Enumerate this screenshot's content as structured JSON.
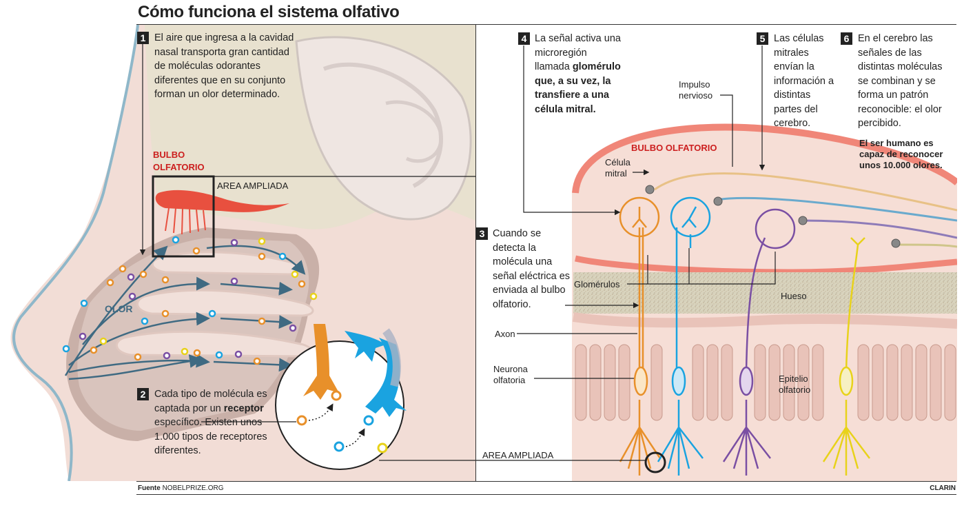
{
  "title": "Cómo funciona el sistema olfativo",
  "steps": [
    {
      "num": "1",
      "text": "El aire que ingresa a la cavidad nasal transporta gran cantidad de moléculas odorantes diferentes que en su conjunto forman un olor determinado."
    },
    {
      "num": "2",
      "text_a": "Cada tipo de molécula es captada por un",
      "text_b": "receptor",
      "text_c": "específico. Existen unos 1.000 tipos de receptores diferentes."
    },
    {
      "num": "3",
      "text": "Cuando se detecta la molécula una señal eléctrica es enviada al bulbo olfatorio."
    },
    {
      "num": "4",
      "text_a": "La señal activa una microregión llamada",
      "text_b": "glomérulo que, a su vez, la transfiere a una célula mitral."
    },
    {
      "num": "5",
      "text": "Las células mitrales envían la información a distintas partes del cerebro."
    },
    {
      "num": "6",
      "text": "En el cerebro las señales de las distintas moléculas se combinan y se forma un patrón reconocible: el olor percibido.",
      "note": "El ser humano es capaz de reconocer unos 10.000 olores."
    }
  ],
  "labels": {
    "bulbo_left": "BULBO OLFATORIO",
    "area_ampliada_top": "AREA AMPLIADA",
    "olor": "OLOR",
    "impulso": "Impulso nervioso",
    "bulbo_right": "BULBO OLFATORIO",
    "celula_mitral": "Célula mitral",
    "glomerulos": "Glomérulos",
    "hueso": "Hueso",
    "axon": "Axon",
    "neurona": "Neurona olfatoria",
    "epitelio": "Epitelio olfatorio",
    "area_ampliada_bottom": "AREA AMPLIADA"
  },
  "footer": {
    "source_label": "Fuente",
    "source": "NOBELPRIZE.ORG",
    "credit": "CLARIN"
  },
  "colors": {
    "orange": "#e8902a",
    "blue": "#1aa3e0",
    "purple": "#7a4fa3",
    "yellow": "#e8d21a",
    "red": "#cc1f1f",
    "tissue": "#f0c9bf",
    "arrow": "#3f6a82"
  }
}
